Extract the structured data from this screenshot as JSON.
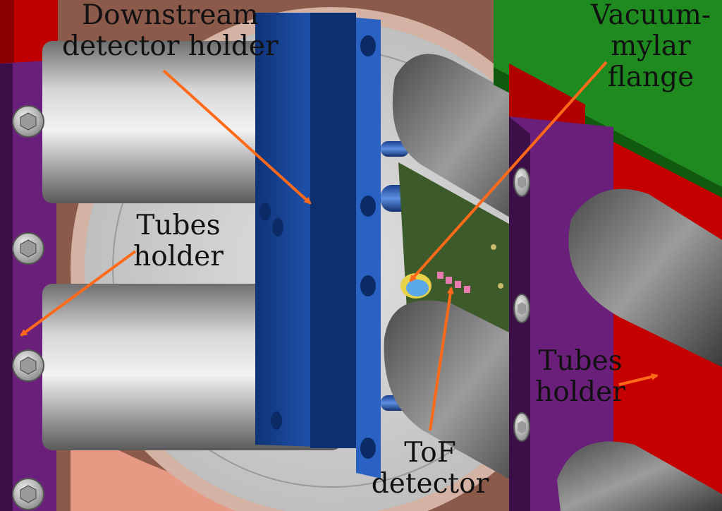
{
  "labels": {
    "downstream": {
      "line1": "Downstream",
      "line2": "detector holder"
    },
    "vacuum": {
      "line1": "Vacuum-",
      "line2": "mylar",
      "line3": "flange"
    },
    "tubes_left": {
      "line1": "Tubes",
      "line2": "holder"
    },
    "tubes_right": {
      "line1": "Tubes",
      "line2": "holder"
    },
    "tof": {
      "line1": "ToF",
      "line2": "detector"
    }
  },
  "colors": {
    "background": "#8b5a4a",
    "chamber": "#cfcfcf",
    "tube": "#9a9a9a",
    "blue_holder": "#1f4fa0",
    "purple_holder": "#6a1f7a",
    "green_flange": "#1f8a1f",
    "red_part": "#b00000",
    "arrow": "#ff6a1a"
  }
}
